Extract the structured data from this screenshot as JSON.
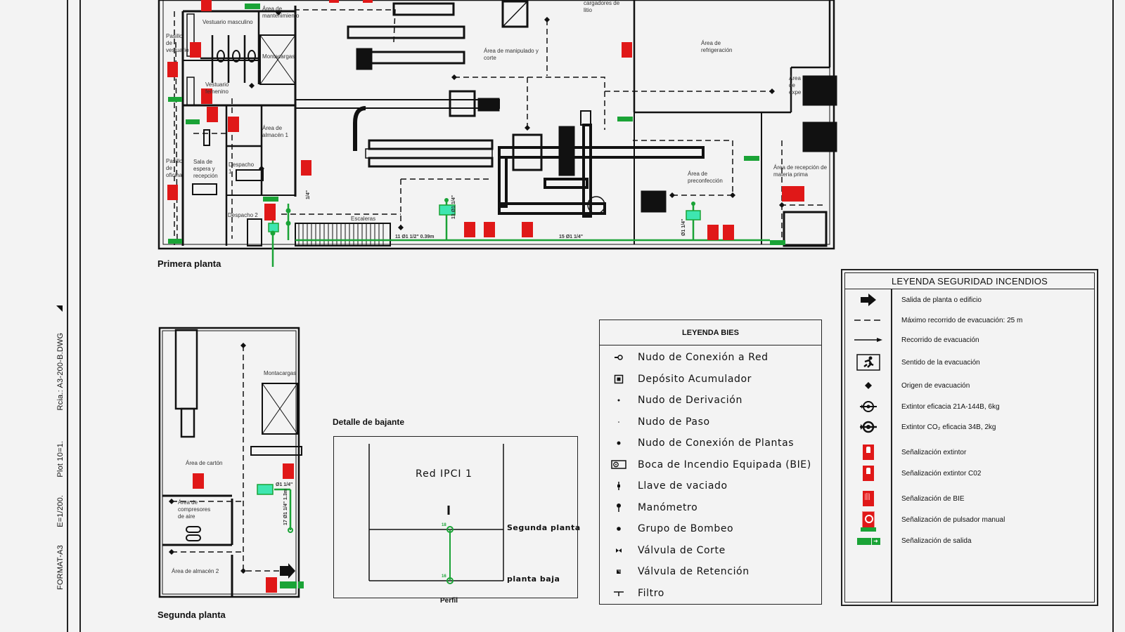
{
  "sheet": {
    "format": "FORMAT-A3",
    "scale": "E=1/200.",
    "plot": "Plot 10=1.",
    "reference": "Rcia.: A3-200-B.DWG"
  },
  "primera_planta": {
    "title": "Primera planta",
    "rooms": [
      "Vestuario masculino",
      "Área de mantenimiento",
      "Pasillo de vestuario",
      "Montacargas",
      "Vestuario femenino",
      "Área de almacén 1",
      "Pasillo de oficina",
      "Sala de espera y recepción",
      "Despacho 1",
      "Despacho 2",
      "Escaleras",
      "Área de manipulado y corte",
      "cargadores de litio",
      "Área de refrigeración",
      "Área de expe",
      "Área de preconfección",
      "Área de recepción de materia prima"
    ],
    "pipe_labels": [
      "1/4\"",
      "11 Ø1 1/2\" 0.39m",
      "13 Ø1 1/4\"",
      "15 Ø1 1/4\"",
      "Ø1 1/4\""
    ]
  },
  "segunda_planta": {
    "title": "Segunda planta",
    "rooms": [
      "Montacargas",
      "Área de cartón",
      "Área de compresores de aire",
      "Área de almacén 2"
    ],
    "pipe_labels": [
      "Ø1 1/4\"",
      "17 Ø1 1/4\" 1.3m"
    ]
  },
  "detalle_bajante": {
    "title": "Detalle de bajante",
    "network": "Red IPCI 1",
    "levels": [
      "Segunda planta",
      "planta baja"
    ],
    "caption": "Perfil",
    "node_labels": [
      "18",
      "16"
    ]
  },
  "leyenda_bies": {
    "title": "LEYENDA BIES",
    "items": [
      {
        "icon": "network-connection-node-icon",
        "label": "Nudo de Conexión a Red"
      },
      {
        "icon": "accumulator-tank-icon",
        "label": "Depósito Acumulador"
      },
      {
        "icon": "branch-node-icon",
        "label": "Nudo de Derivación"
      },
      {
        "icon": "pass-node-icon",
        "label": "Nudo de Paso"
      },
      {
        "icon": "floor-connection-node-icon",
        "label": "Nudo de Conexión de Plantas"
      },
      {
        "icon": "fire-hose-cabinet-icon",
        "label": "Boca de Incendio Equipada (BIE)"
      },
      {
        "icon": "drain-valve-icon",
        "label": "Llave de vaciado"
      },
      {
        "icon": "pressure-gauge-icon",
        "label": "Manómetro"
      },
      {
        "icon": "pump-group-icon",
        "label": "Grupo de Bombeo"
      },
      {
        "icon": "shutoff-valve-icon",
        "label": "Válvula de Corte"
      },
      {
        "icon": "check-valve-icon",
        "label": "Válvula de Retención"
      },
      {
        "icon": "filter-icon",
        "label": "Filtro"
      }
    ]
  },
  "leyenda_seguridad": {
    "title": "LEYENDA SEGURIDAD INCENDIOS",
    "items": [
      {
        "icon": "exit-arrow-icon",
        "label": "Salida de planta o edificio"
      },
      {
        "icon": "dashed-line-icon",
        "label": "Máximo recorrido de evacuación: 25 m"
      },
      {
        "icon": "evacuation-route-arrow-icon",
        "label": "Recorrido de evacuación"
      },
      {
        "icon": "running-person-icon",
        "label": "Sentido de la evacuación"
      },
      {
        "icon": "diamond-icon",
        "label": "Origen de evacuación"
      },
      {
        "icon": "extinguisher-icon",
        "label": "Extintor eficacia 21A-144B, 6kg"
      },
      {
        "icon": "co2-extinguisher-icon",
        "label": "Extintor CO₂ eficacia 34B, 2kg"
      },
      {
        "icon": "extinguisher-sign-icon",
        "label": "Señalización extintor"
      },
      {
        "icon": "co2-extinguisher-sign-icon",
        "label": "Señalización extintor C02"
      },
      {
        "icon": "bie-sign-icon",
        "label": "Señalización de BIE"
      },
      {
        "icon": "manual-alarm-sign-icon",
        "label": "Señalización de pulsador manual"
      },
      {
        "icon": "exit-sign-icon",
        "label": "Señalización de salida"
      }
    ]
  },
  "colors": {
    "fire_red": "#e01818",
    "pipe_green": "#1aa336",
    "line": "#111111",
    "paper": "#f3f3f3"
  }
}
